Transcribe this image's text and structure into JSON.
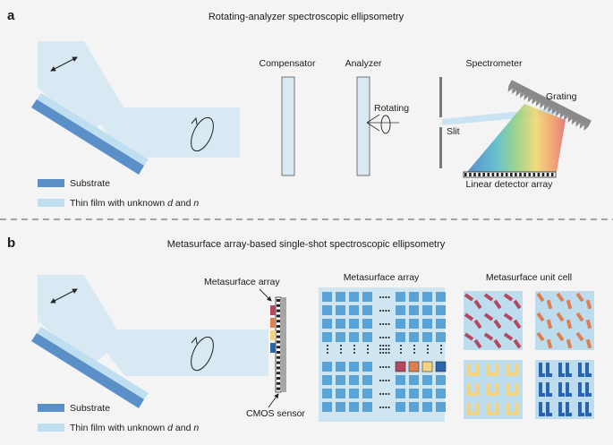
{
  "panel_a": {
    "letter": "a",
    "title": "Rotating-analyzer spectroscopic ellipsometry",
    "compensator": "Compensator",
    "analyzer": "Analyzer",
    "rotating": "Rotating",
    "spectrometer": "Spectrometer",
    "grating": "Grating",
    "slit": "Slit",
    "detector": "Linear detector array",
    "legend_substrate": "Substrate",
    "legend_film_prefix": "Thin film with unknown ",
    "legend_film_d": "d",
    "legend_film_and": " and ",
    "legend_film_n": "n"
  },
  "panel_b": {
    "letter": "b",
    "title": "Metasurface array-based single-shot spectroscopic ellipsometry",
    "metasurface_array_label": "Metasurface array",
    "cmos_label": "CMOS sensor",
    "array_title": "Metasurface array",
    "unit_cell_title": "Metasurface unit cell",
    "legend_substrate": "Substrate",
    "legend_film_prefix": "Thin film with unknown ",
    "legend_film_d": "d",
    "legend_film_and": " and ",
    "legend_film_n": "n"
  },
  "colors": {
    "beam": "#d8e9f4",
    "film": "#bfdff0",
    "substrate": "#5b8fc7",
    "tile": "#5aa3d6",
    "cell_bg": "#bddcee",
    "red": "#b5475e",
    "orange": "#de7f52",
    "yellow": "#f2d480",
    "blue": "#2a64ad"
  }
}
